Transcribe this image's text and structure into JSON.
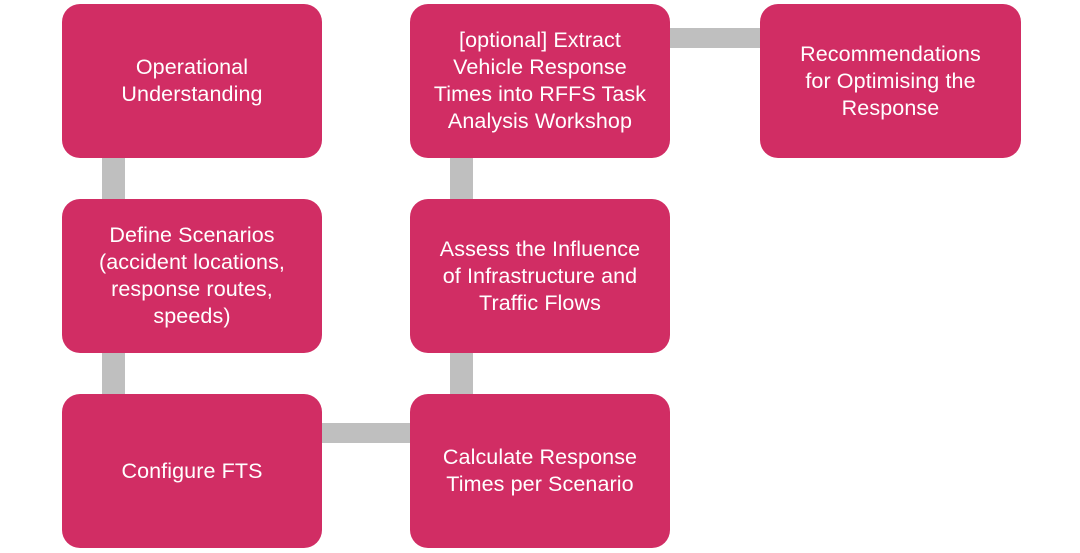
{
  "diagram": {
    "type": "flowchart",
    "colors": {
      "node_fill": "#d12d64",
      "node_text": "#ffffff",
      "connector": "#bfbfbf",
      "background": "#ffffff"
    },
    "nodes": [
      {
        "id": "operational-understanding",
        "label": "Operational\nUnderstanding"
      },
      {
        "id": "define-scenarios",
        "label": "Define Scenarios\n(accident locations,\nresponse routes,\nspeeds)"
      },
      {
        "id": "configure-fts",
        "label": "Configure FTS"
      },
      {
        "id": "extract-vehicle-response-times",
        "label": "[optional] Extract\nVehicle Response\nTimes into RFFS Task\nAnalysis Workshop"
      },
      {
        "id": "assess-influence",
        "label": "Assess the Influence\nof Infrastructure and\nTraffic Flows"
      },
      {
        "id": "calculate-response-times",
        "label": "Calculate Response\nTimes per Scenario"
      },
      {
        "id": "recommendations",
        "label": "Recommendations\nfor Optimising the\nResponse"
      }
    ],
    "connections": [
      {
        "from": "operational-understanding",
        "to": "define-scenarios"
      },
      {
        "from": "define-scenarios",
        "to": "configure-fts"
      },
      {
        "from": "configure-fts",
        "to": "calculate-response-times"
      },
      {
        "from": "calculate-response-times",
        "to": "assess-influence"
      },
      {
        "from": "assess-influence",
        "to": "extract-vehicle-response-times"
      },
      {
        "from": "extract-vehicle-response-times",
        "to": "recommendations"
      }
    ]
  }
}
